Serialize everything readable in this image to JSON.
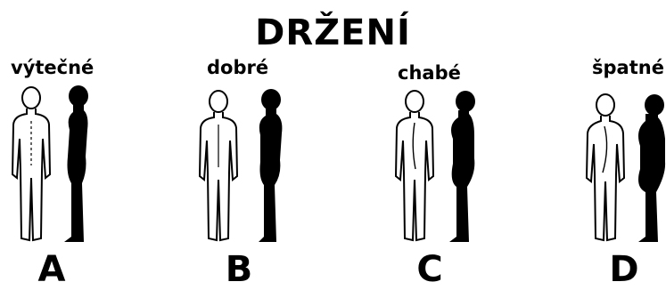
{
  "title": "DRŽENÍ",
  "panels": [
    {
      "letter": "A",
      "quality": "výtečné"
    },
    {
      "letter": "B",
      "quality": "dobré"
    },
    {
      "letter": "C",
      "quality": "chabé"
    },
    {
      "letter": "D",
      "quality": "špatné"
    }
  ]
}
